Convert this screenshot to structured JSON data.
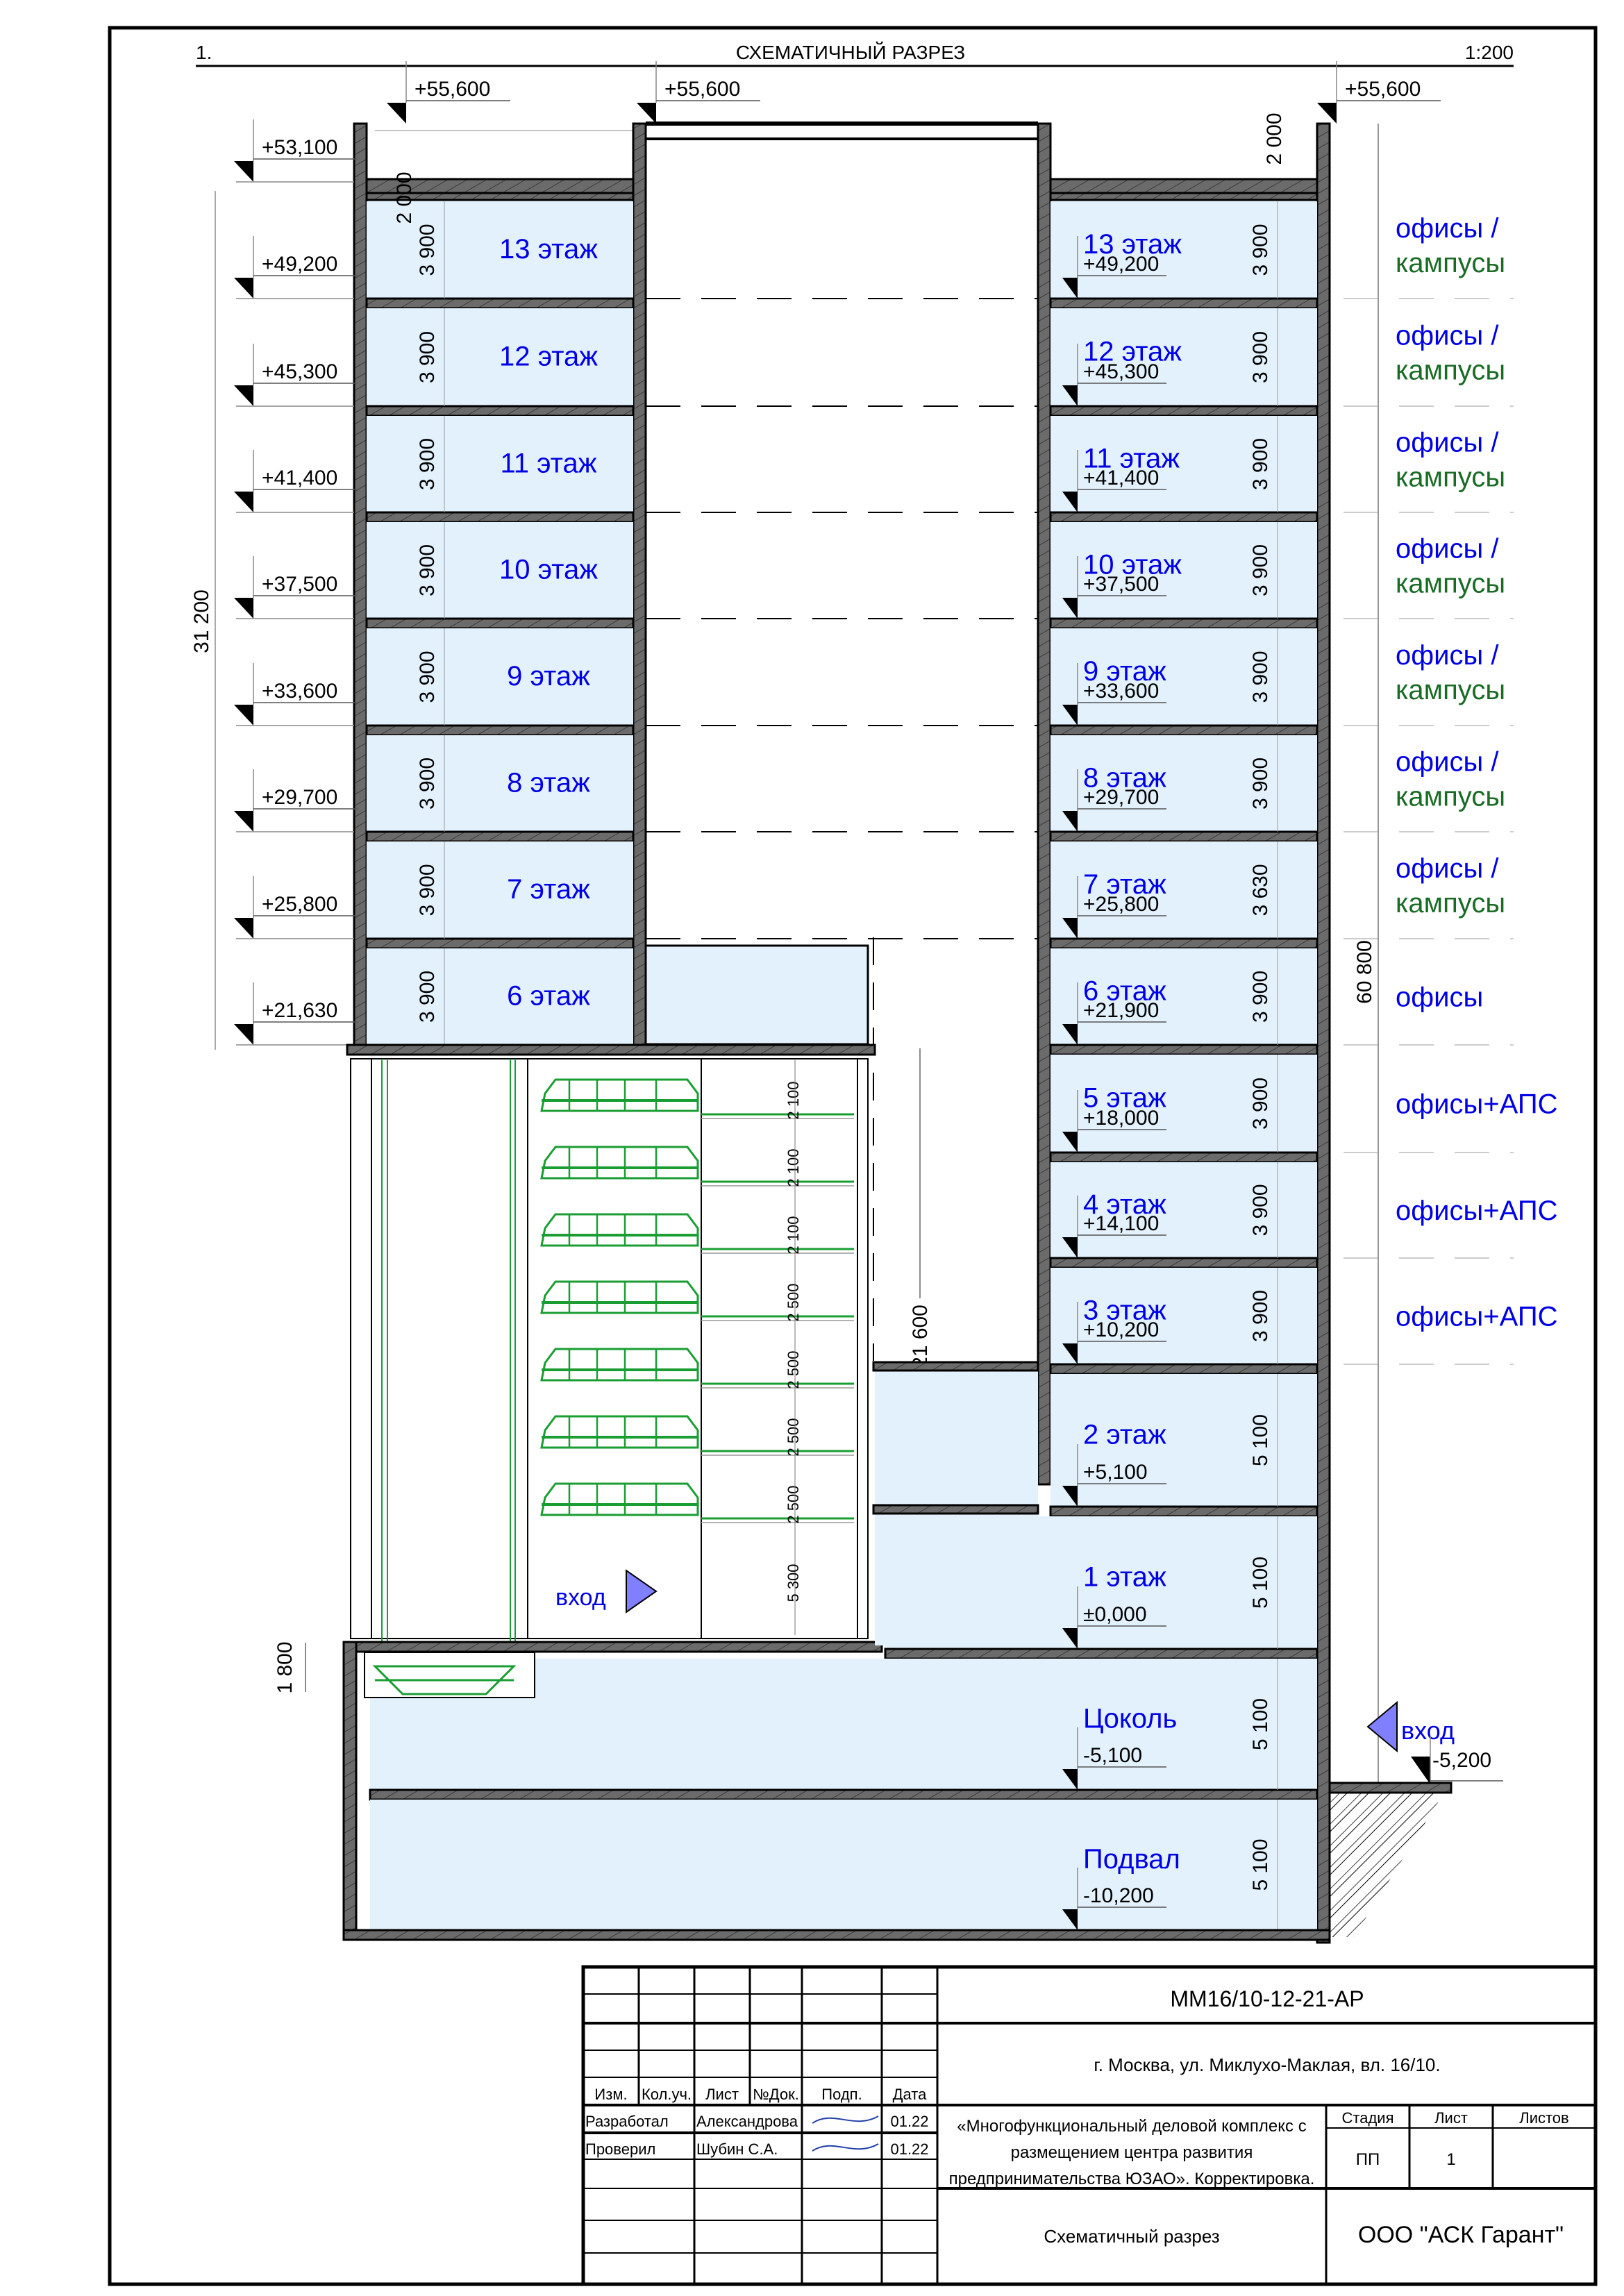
{
  "header": {
    "number": "1.",
    "title": "СХЕМАТИЧНЫЙ РАЗРЕЗ",
    "scale": "1:200"
  },
  "colors": {
    "room_fill": "#e3f1fd",
    "wall_fill": "#6b6b6b",
    "floor_label": "#0000e6",
    "use_blue": "#0000e6",
    "use_green": "#1a6b25",
    "parking_equipment": "#1a9e33",
    "entrance_arrow": "#8080ff"
  },
  "top_marks": {
    "left": "+55,600",
    "middle": "+55,600",
    "right": "+55,600",
    "left_roof": "+53,100",
    "parapet_left": "2 000",
    "parapet_right": "2 000"
  },
  "left_tower": {
    "floors": [
      {
        "label": "13 этаж",
        "height": "3 900",
        "level": "+49,200"
      },
      {
        "label": "12 этаж",
        "height": "3 900",
        "level": "+45,300"
      },
      {
        "label": "11 этаж",
        "height": "3 900",
        "level": "+41,400"
      },
      {
        "label": "10 этаж",
        "height": "3 900",
        "level": "+37,500"
      },
      {
        "label": "9 этаж",
        "height": "3 900",
        "level": "+33,600"
      },
      {
        "label": "8 этаж",
        "height": "3 900",
        "level": "+29,700"
      },
      {
        "label": "7 этаж",
        "height": "3 900",
        "level": "+25,800"
      },
      {
        "label": "6 этаж",
        "height": "3 900",
        "level": "+21,630"
      }
    ],
    "overall_dimension": "31 200"
  },
  "right_tower": {
    "floors": [
      {
        "label": "13 этаж",
        "level": "+49,200",
        "height": "3 900",
        "use": [
          "офисы /",
          "кампусы"
        ]
      },
      {
        "label": "12 этаж",
        "level": "+45,300",
        "height": "3 900",
        "use": [
          "офисы /",
          "кампусы"
        ]
      },
      {
        "label": "11 этаж",
        "level": "+41,400",
        "height": "3 900",
        "use": [
          "офисы /",
          "кампусы"
        ]
      },
      {
        "label": "10 этаж",
        "level": "+37,500",
        "height": "3 900",
        "use": [
          "офисы /",
          "кампусы"
        ]
      },
      {
        "label": "9 этаж",
        "level": "+33,600",
        "height": "3 900",
        "use": [
          "офисы /",
          "кампусы"
        ]
      },
      {
        "label": "8 этаж",
        "level": "+29,700",
        "height": "3 900",
        "use": [
          "офисы /",
          "кампусы"
        ]
      },
      {
        "label": "7 этаж",
        "level": "+25,800",
        "height": "3 630",
        "use": [
          "офисы /",
          "кампусы"
        ]
      },
      {
        "label": "6 этаж",
        "level": "+21,900",
        "height": "3 900",
        "use": [
          "офисы"
        ]
      },
      {
        "label": "5 этаж",
        "level": "+18,000",
        "height": "3 900",
        "use": [
          "офисы+АПС"
        ]
      },
      {
        "label": "4 этаж",
        "level": "+14,100",
        "height": "3 900",
        "use": [
          "офисы+АПС"
        ]
      },
      {
        "label": "3 этаж",
        "level": "+10,200",
        "height": "3 900",
        "use": [
          "офисы+АПС"
        ]
      },
      {
        "label": "2 этаж",
        "level": "+5,100",
        "height": "5 100",
        "use": []
      },
      {
        "label": "1 этаж",
        "level": "±0,000",
        "height": "5 100",
        "use": []
      },
      {
        "label": "Цоколь",
        "level": "-5,100",
        "height": "5 100",
        "use": []
      },
      {
        "label": "Подвал",
        "level": "-10,200",
        "height": "5 100",
        "use": []
      }
    ],
    "overall_dimension": "60 800"
  },
  "parking": {
    "tier_heights": [
      "2 100",
      "2 100",
      "2 100",
      "2 500",
      "2 500",
      "2 500",
      "2 500"
    ],
    "ground_height": "5 300",
    "total_height": "21 600",
    "pit_depth": "1 800",
    "entrance_label": "вход"
  },
  "outside": {
    "entrance_label": "вход",
    "ground_level": "-5,200"
  },
  "title_block": {
    "code": "ММ16/10-12-21-АР",
    "address": "г. Москва, ул. Миклухо-Маклая, вл. 16/10.",
    "project_lines": [
      "«Многофункциональный деловой комплекс с",
      "размещением центра развития",
      "предпринимательства ЮЗАО». Корректировка."
    ],
    "sheet_title": "Схематичный разрез",
    "company": "ООО \"АСК Гарант\"",
    "col_headers": [
      "Изм.",
      "Кол.уч.",
      "Лист",
      "№Док.",
      "Подп.",
      "Дата"
    ],
    "signers": [
      {
        "role": "Разработал",
        "name": "Александрова",
        "date": "01.22"
      },
      {
        "role": "Проверил",
        "name": "Шубин С.А.",
        "date": "01.22"
      }
    ],
    "stage_header": "Стадия",
    "sheet_header": "Лист",
    "sheets_header": "Листов",
    "stage": "ПП",
    "sheet": "1",
    "sheets": ""
  }
}
